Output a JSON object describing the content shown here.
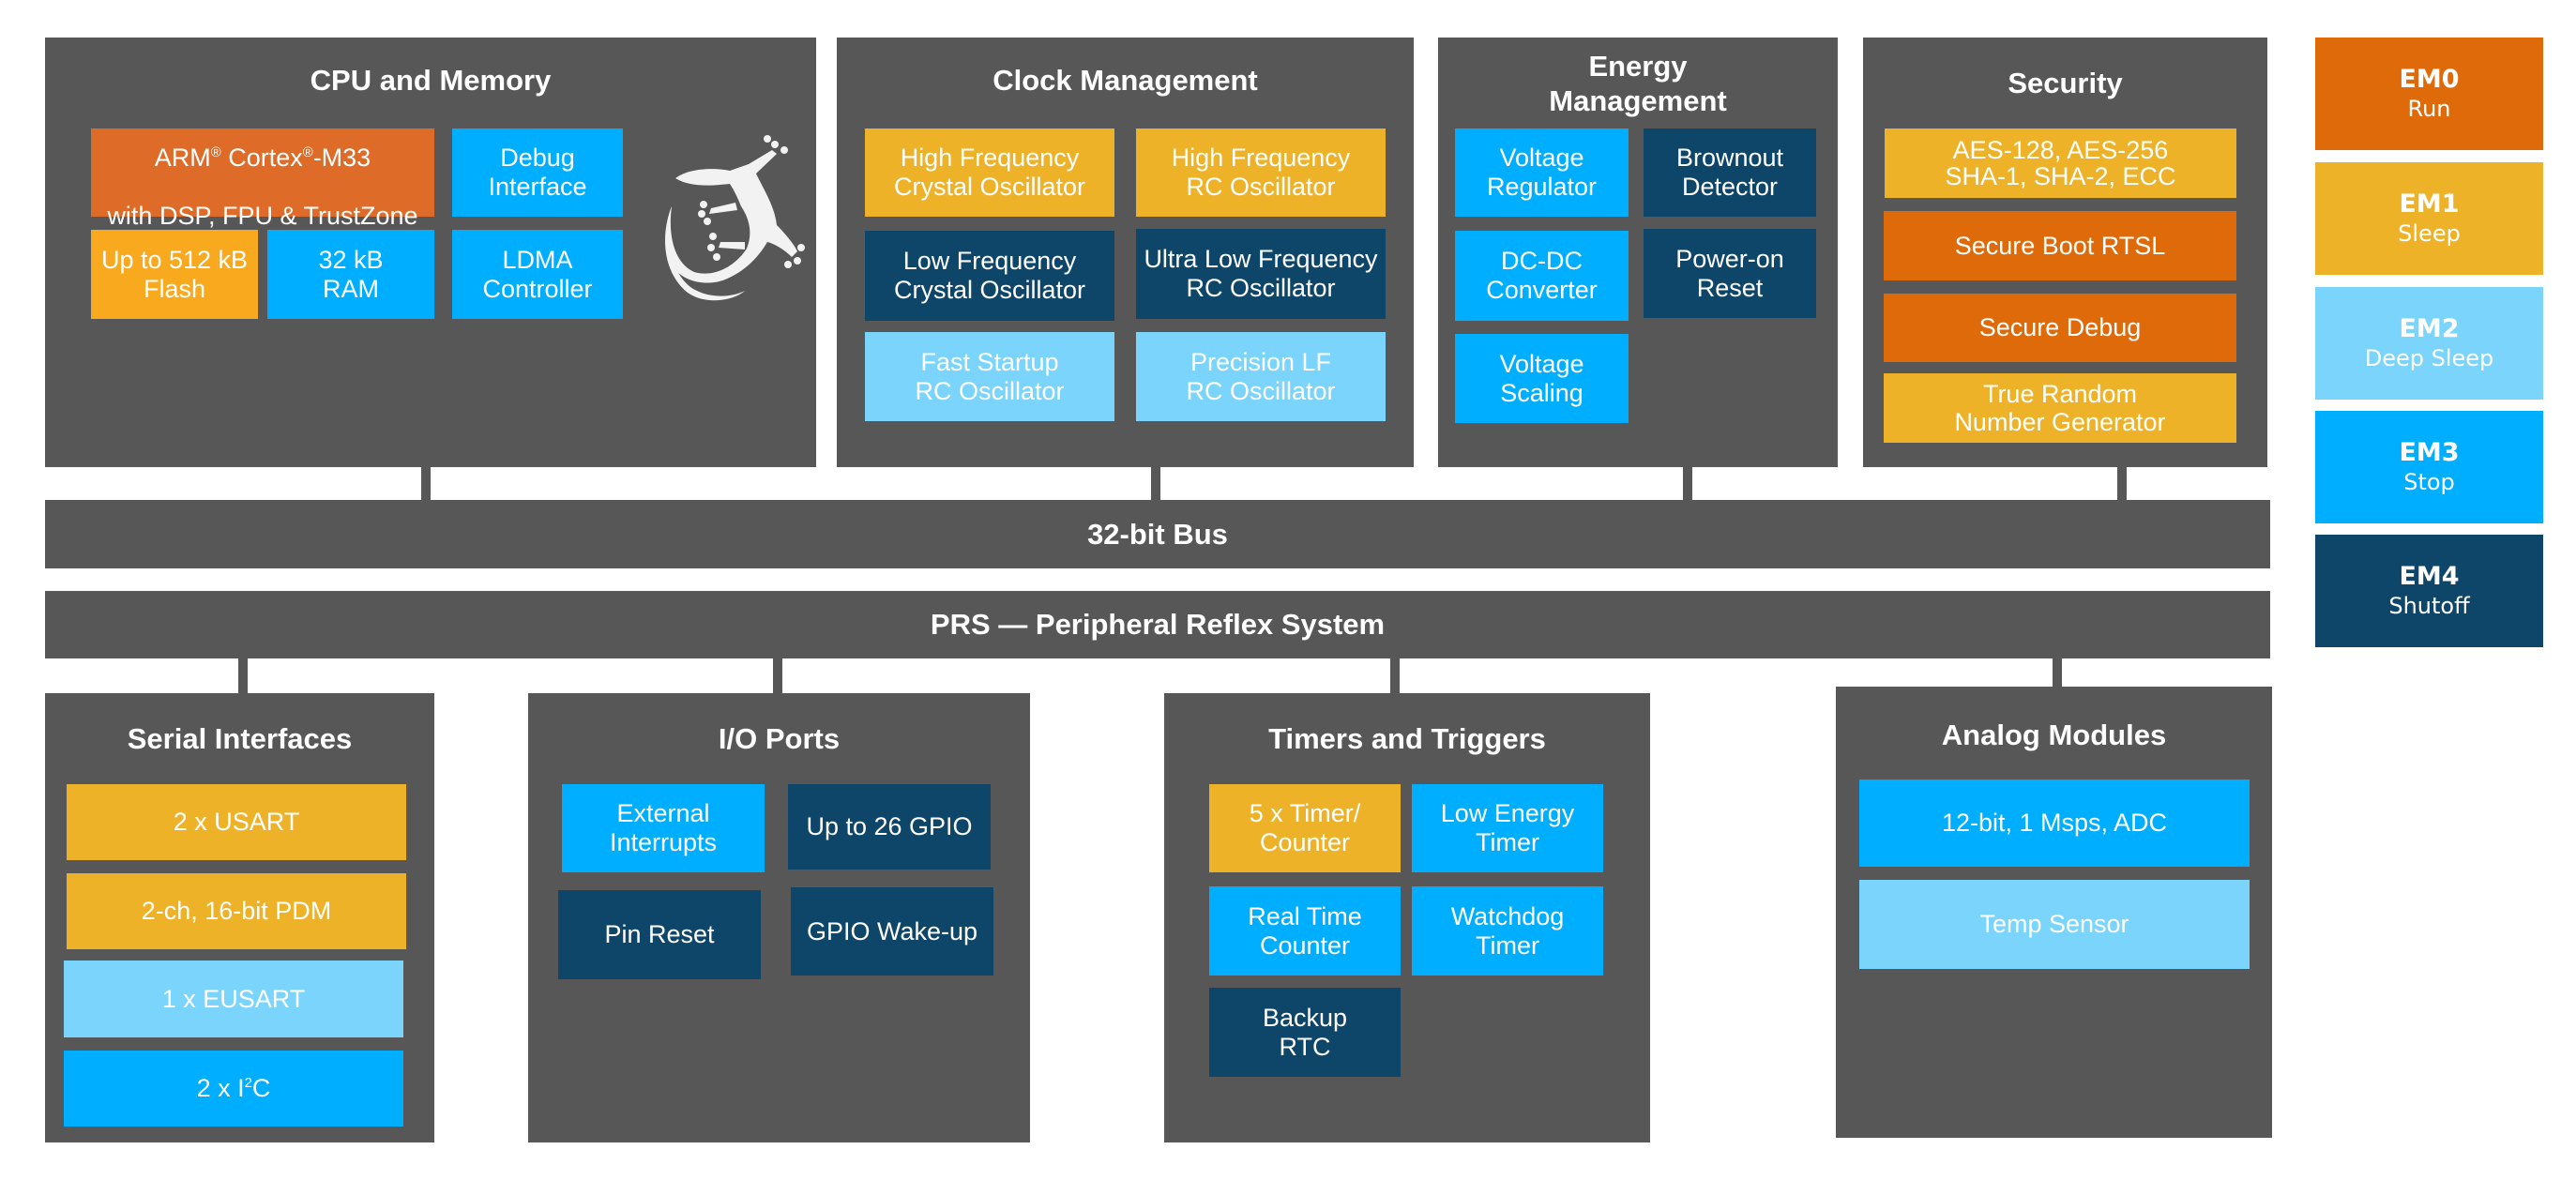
{
  "colors": {
    "panel": "#575757",
    "orange": "#DE6B28",
    "deep_orange": "#DF6A0A",
    "amber": "#F9A91E",
    "gold": "#EEB228",
    "blue": "#00AEFF",
    "light_blue": "#7AD4FC",
    "navy": "#0E466A"
  },
  "cpu": {
    "title": "CPU and Memory",
    "core_line1_a": "ARM",
    "core_line1_sup1": "®",
    "core_line1_b": " Cortex",
    "core_line1_sup2": "®",
    "core_line1_c": "-M33",
    "core_line2": "with DSP, FPU & TrustZone",
    "debug": "Debug\nInterface",
    "flash": "Up to 512 kB\nFlash",
    "ram": "32 kB\nRAM",
    "ldma": "LDMA\nController",
    "logo_icon": "gecko-icon"
  },
  "clock": {
    "title": "Clock Management",
    "items": [
      "High Frequency\nCrystal Oscillator",
      "High Frequency\nRC Oscillator",
      "Low Frequency\nCrystal Oscillator",
      "Ultra Low Frequency\nRC Oscillator",
      "Fast Startup\nRC Oscillator",
      "Precision LF\nRC Oscillator"
    ]
  },
  "energy": {
    "title_line1": "Energy",
    "title_line2": "Management",
    "items": [
      "Voltage\nRegulator",
      "Brownout\nDetector",
      "DC-DC\nConverter",
      "Power-on\nReset",
      "Voltage\nScaling"
    ]
  },
  "security": {
    "title": "Security",
    "items": [
      "AES-128, AES-256\nSHA-1, SHA-2, ECC",
      "Secure Boot RTSL",
      "Secure Debug",
      "True Random\nNumber Generator"
    ]
  },
  "bus": {
    "label": "32-bit Bus"
  },
  "prs": {
    "label": "PRS — Peripheral Reflex System"
  },
  "serial": {
    "title": "Serial Interfaces",
    "items": [
      "2 x USART",
      "2-ch, 16-bit PDM",
      "1 x EUSART"
    ],
    "i2c_prefix": "2 x I",
    "i2c_sup": "2",
    "i2c_suffix": "C"
  },
  "io": {
    "title": "I/O Ports",
    "items": [
      "External\nInterrupts",
      "Up to 26 GPIO",
      "Pin Reset",
      "GPIO Wake-up"
    ]
  },
  "timers": {
    "title": "Timers and Triggers",
    "items": [
      "5 x Timer/\nCounter",
      "Low Energy\nTimer",
      "Real Time\nCounter",
      "Watchdog\nTimer",
      "Backup\nRTC"
    ]
  },
  "analog": {
    "title": "Analog Modules",
    "items": [
      "12-bit, 1 Msps, ADC",
      "Temp Sensor"
    ]
  },
  "energy_modes": [
    {
      "code": "EM0",
      "name": "Run",
      "color": "#DF6A0A"
    },
    {
      "code": "EM1",
      "name": "Sleep",
      "color": "#EEB228"
    },
    {
      "code": "EM2",
      "name": "Deep Sleep",
      "color": "#7AD4FC"
    },
    {
      "code": "EM3",
      "name": "Stop",
      "color": "#00AEFF"
    },
    {
      "code": "EM4",
      "name": "Shutoff",
      "color": "#0E466A"
    }
  ]
}
